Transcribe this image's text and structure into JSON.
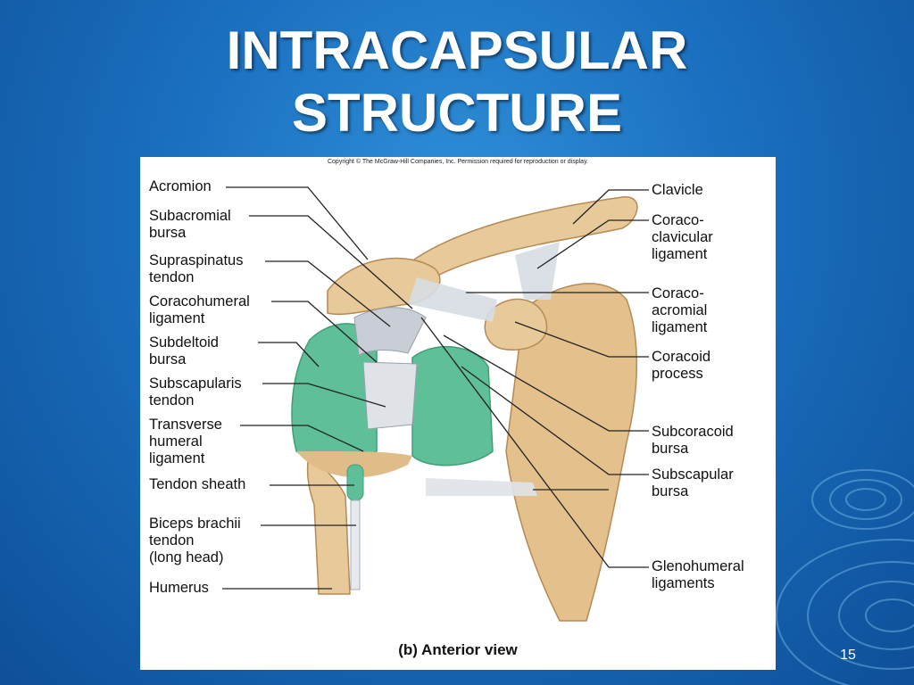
{
  "slide": {
    "title_line1": "INTRACAPSULAR",
    "title_line2": "STRUCTURE",
    "number": "15"
  },
  "figure": {
    "copyright": "Copyright © The McGraw-Hill Companies, Inc. Permission required for reproduction or display.",
    "caption": "(b) Anterior view",
    "colors": {
      "bone": "#e8c99a",
      "bone_shadow": "#c9a06a",
      "bursa": "#5fbf98",
      "bursa_dark": "#3f9f7a",
      "ligament": "#d7dde4",
      "leader_line": "#222222"
    },
    "labels_left": [
      {
        "id": "acromion",
        "text": "Acromion"
      },
      {
        "id": "subacromial-bursa",
        "text": "Subacromial\nbursa"
      },
      {
        "id": "supraspinatus-tendon",
        "text": "Supraspinatus\ntendon"
      },
      {
        "id": "coracohumeral-ligament",
        "text": "Coracohumeral\nligament"
      },
      {
        "id": "subdeltoid-bursa",
        "text": "Subdeltoid\nbursa"
      },
      {
        "id": "subscapularis-tendon",
        "text": "Subscapularis\ntendon"
      },
      {
        "id": "transverse-humeral-ligament",
        "text": "Transverse\nhumeral\nligament"
      },
      {
        "id": "tendon-sheath",
        "text": "Tendon sheath"
      },
      {
        "id": "biceps-brachii-tendon",
        "text": "Biceps brachii\ntendon\n(long head)"
      },
      {
        "id": "humerus",
        "text": "Humerus"
      }
    ],
    "labels_right": [
      {
        "id": "clavicle",
        "text": "Clavicle"
      },
      {
        "id": "coracoclavicular-ligament",
        "text": "Coraco-\nclavicular\nligament"
      },
      {
        "id": "coracoacromial-ligament",
        "text": "Coraco-\nacromial\nligament"
      },
      {
        "id": "coracoid-process",
        "text": "Coracoid\nprocess"
      },
      {
        "id": "subcoracoid-bursa",
        "text": "Subcoracoid\nbursa"
      },
      {
        "id": "subscapular-bursa",
        "text": "Subscapular\nbursa"
      },
      {
        "id": "glenohumeral-ligaments",
        "text": "Glenohumeral\nligaments"
      }
    ]
  }
}
